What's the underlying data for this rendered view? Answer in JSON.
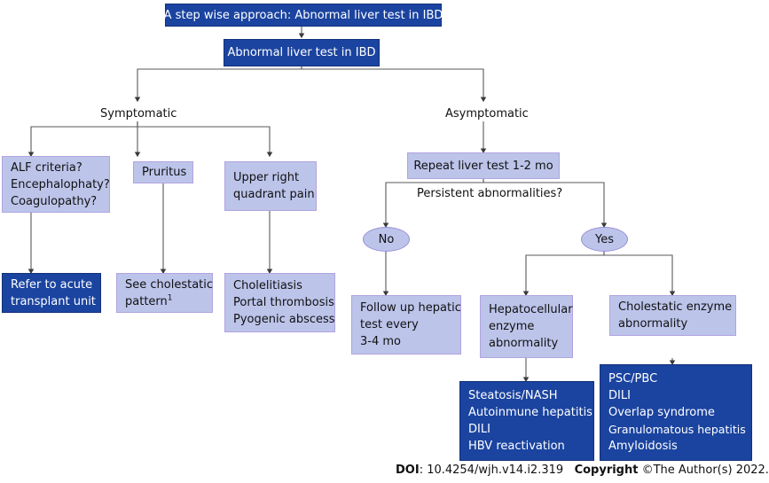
{
  "figure": {
    "title": "A step wise approach: Abnormal liver test in IBD",
    "root": "Abnormal liver test in IBD"
  },
  "branches": {
    "symptomatic_label": "Symptomatic",
    "asymptomatic_label": "Asymptomatic",
    "persistent_question": "Persistent abnormalities?",
    "no_label": "No",
    "yes_label": "Yes"
  },
  "symptomatic": {
    "alf": {
      "l1": "ALF criteria?",
      "l2": "Encephalophaty?",
      "l3": "Coagulopathy?"
    },
    "refer": {
      "l1": "Refer to acute",
      "l2": "transplant unit"
    },
    "pruritus": {
      "l1": "Pruritus"
    },
    "cholestatic": {
      "l1": "See cholestatic",
      "l2": "pattern",
      "sup": "1"
    },
    "urq": {
      "l1": "Upper right",
      "l2": "quadrant pain"
    },
    "urq_causes": {
      "l1": "Cholelitiasis",
      "l2": "Portal thrombosis",
      "l3": "Pyogenic abscess"
    }
  },
  "asymptomatic": {
    "repeat": {
      "l1": "Repeat liver test 1-2 mo"
    },
    "followup": {
      "l1": "Follow up hepatic",
      "l2": "test every",
      "l3": "3-4 mo"
    },
    "hepatocellular": {
      "l1": "Hepatocellular",
      "l2": "enzyme",
      "l3": "abnormality"
    },
    "hepatocellular_causes": {
      "l1": "Steatosis/NASH",
      "l2": "Autoinmune hepatitis",
      "l3": "DILI",
      "l4": "HBV reactivation"
    },
    "cholestatic": {
      "l1": "Cholestatic enzyme",
      "l2": "abnormality"
    },
    "cholestatic_causes": {
      "l1": "PSC/PBC",
      "l2": "DILI",
      "l3": "Overlap syndrome",
      "l4": "Granulomatous hepatitis",
      "l5": "Amyloidosis"
    }
  },
  "footer": {
    "doi_label": "DOI",
    "doi_value": ": 10.4254/wjh.v14.i2.319",
    "copyright_label": "Copyright",
    "copyright_value": " ©The Author(s) 2022."
  },
  "colors": {
    "dark_blue": "#1b44a0",
    "light_blue": "#bcc4ea",
    "light_border": "#b2a3e0",
    "connector": "#595959",
    "text_dark": "#111111",
    "text_light": "#ffffff"
  }
}
